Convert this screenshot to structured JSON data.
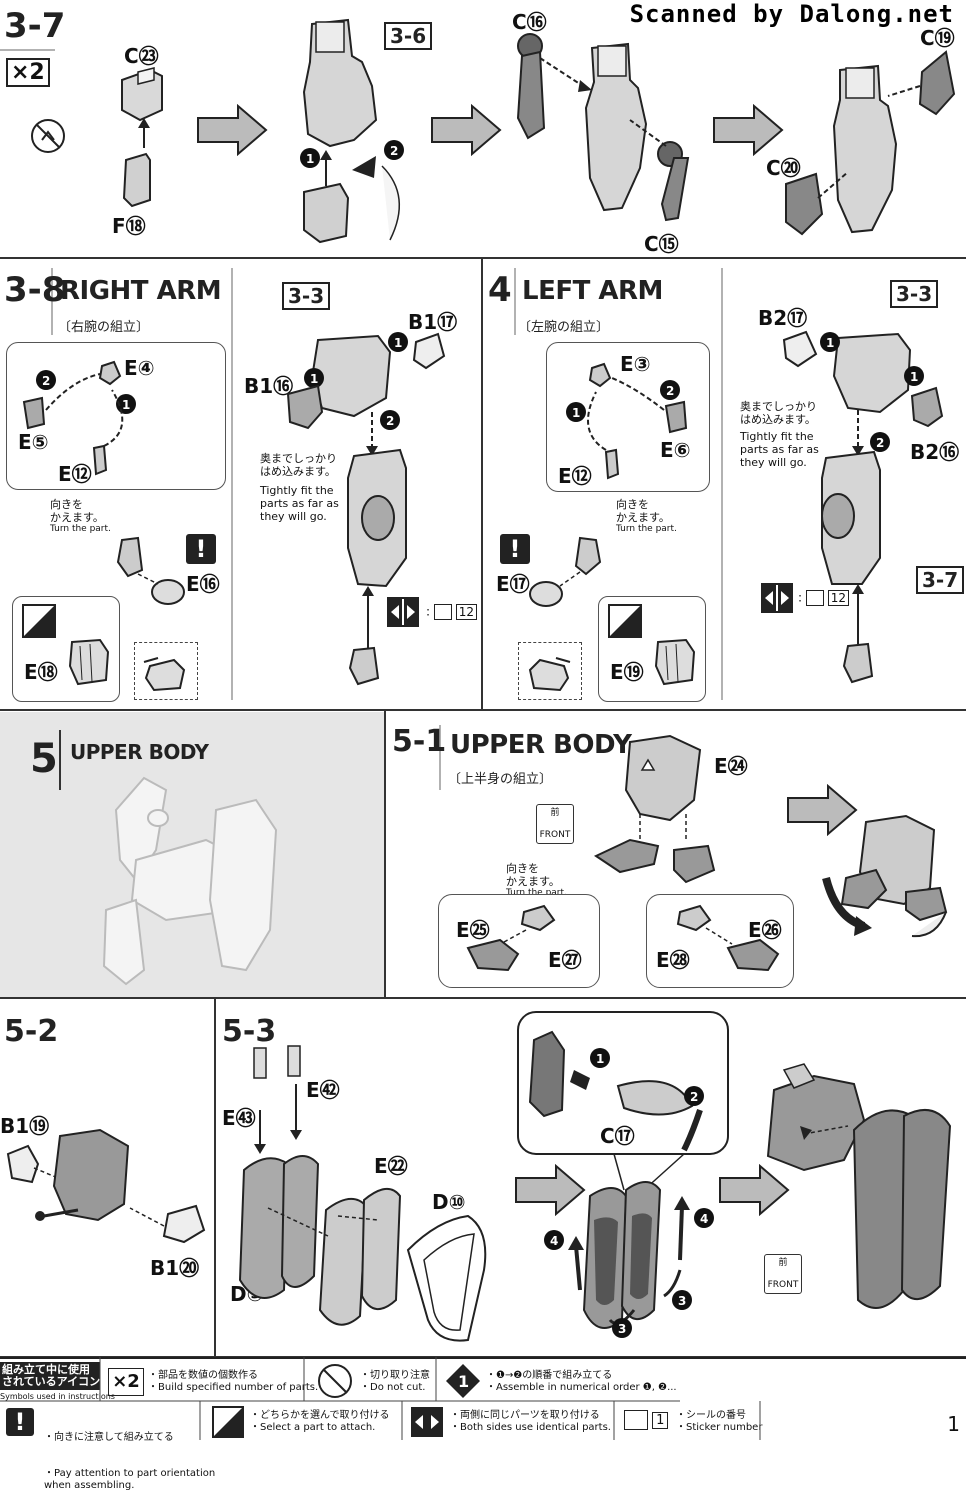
{
  "watermark": "Scanned by Dalong.net",
  "steps": {
    "s37": {
      "number": "3-7",
      "multiplier": "×2",
      "parts": [
        "C㉓",
        "F⑱"
      ]
    },
    "s36": {
      "ref": "3-6",
      "parts": [
        "C⑯",
        "C⑲",
        "C⑳",
        "C⑮"
      ]
    },
    "s38": {
      "number": "3-8",
      "title": "RIGHT ARM",
      "subtitle": "〔右腕の組立〕",
      "ref": "3-3",
      "parts": [
        "E④",
        "E⑤",
        "E⑫",
        "E⑯",
        "E⑱",
        "B1⑰",
        "B1⑯"
      ],
      "turn_jp": "向きを\nかえます。",
      "turn_en": "Turn the part.",
      "fit_jp": "奥までしっかり\nはめ込みます。",
      "fit_en": "Tightly fit the\nparts as far as\nthey will go.",
      "sticker": "12"
    },
    "s4": {
      "number": "4",
      "title": "LEFT ARM",
      "subtitle": "〔左腕の組立〕",
      "ref": "3-3",
      "ref2": "3-7",
      "parts": [
        "E③",
        "E⑥",
        "E⑫",
        "E⑰",
        "E⑲",
        "B2⑰",
        "B2⑯"
      ],
      "turn_jp": "向きを\nかえます。",
      "turn_en": "Turn the part.",
      "fit_jp": "奥までしっかり\nはめ込みます。",
      "fit_en": "Tightly fit the\nparts as far as\nthey will go.",
      "sticker": "12"
    },
    "s5": {
      "number": "5",
      "title": "UPPER BODY"
    },
    "s51": {
      "number": "5-1",
      "title": "UPPER BODY",
      "subtitle": "〔上半身の組立〕",
      "front_jp": "前",
      "front_en": "FRONT",
      "turn_jp": "向きを\nかえます。",
      "turn_en": "Turn the part.",
      "parts": [
        "E㉔",
        "E㉕",
        "E㉗",
        "E㉖",
        "E㉘"
      ]
    },
    "s52": {
      "number": "5-2",
      "parts": [
        "B1⑲",
        "B1⑳"
      ]
    },
    "s53": {
      "number": "5-3",
      "parts": [
        "E㊷",
        "E㊸",
        "E㉒",
        "D⑩",
        "D③",
        "C⑰"
      ],
      "front_jp": "前",
      "front_en": "FRONT"
    }
  },
  "legend": {
    "header_jp": "組み立て中に使用\nされているアイコン",
    "header_en": "Symbols used in instructions",
    "items": [
      {
        "icon": "×2",
        "jp": "・部品を数値の個数作る",
        "en": "・Build specified number of parts."
      },
      {
        "icon": "no-cut-icon",
        "jp": "・切り取り注意",
        "en": "・Do not cut."
      },
      {
        "icon": "1",
        "jp": "・❶→❷の順番で組み立てる",
        "en": "・Assemble in numerical order ❶, ❷..."
      },
      {
        "icon": "!",
        "jp": "・向きに注意して組み立てる",
        "en": "・Pay attention to part orientation\nwhen assembling."
      },
      {
        "icon": "select-icon",
        "jp": "・どちらかを選んで取り付ける",
        "en": "・Select a part to attach."
      },
      {
        "icon": "both-sides-icon",
        "jp": "・両側に同じパーツを取り付ける",
        "en": "・Both sides use identical parts."
      },
      {
        "icon": "1",
        "jp": "・シールの番号",
        "en": "・Sticker number"
      }
    ]
  },
  "page_number": "1"
}
